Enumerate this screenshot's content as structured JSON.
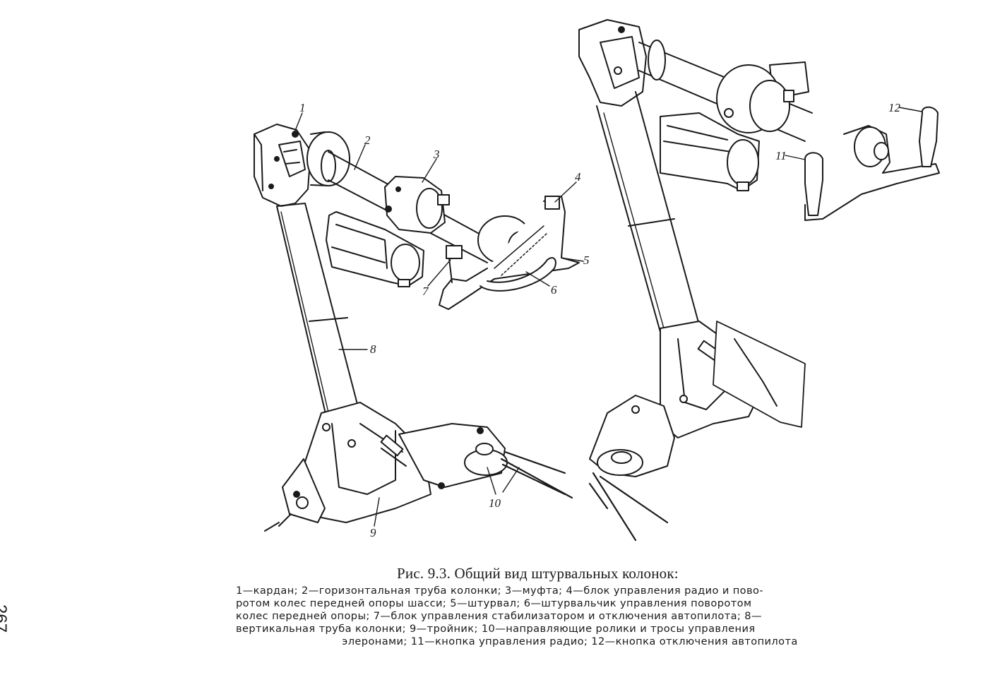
{
  "figure": {
    "callouts": [
      "1",
      "2",
      "3",
      "4",
      "5",
      "6",
      "7",
      "8",
      "9",
      "10",
      "11",
      "12"
    ]
  },
  "caption": {
    "title": "Рис. 9.3. Общий вид штурвальных колонок:",
    "lines": [
      "1—кардан; 2—горизонтальная труба колонки; 3—муфта; 4—блок управления радио и пово-",
      "ротом колес передней опоры шасси; 5—штурвал; 6—штурвальчик управления поворотом",
      "колес передней опоры; 7—блок управления стабилизатором и отключения автопилота; 8—",
      "вертикальная труба колонки; 9—тройник; 10—направляющие ролики и тросы управления",
      "элеронами; 11—кнопка управления радио; 12—кнопка отключения автопилота"
    ]
  },
  "page_number": "267"
}
